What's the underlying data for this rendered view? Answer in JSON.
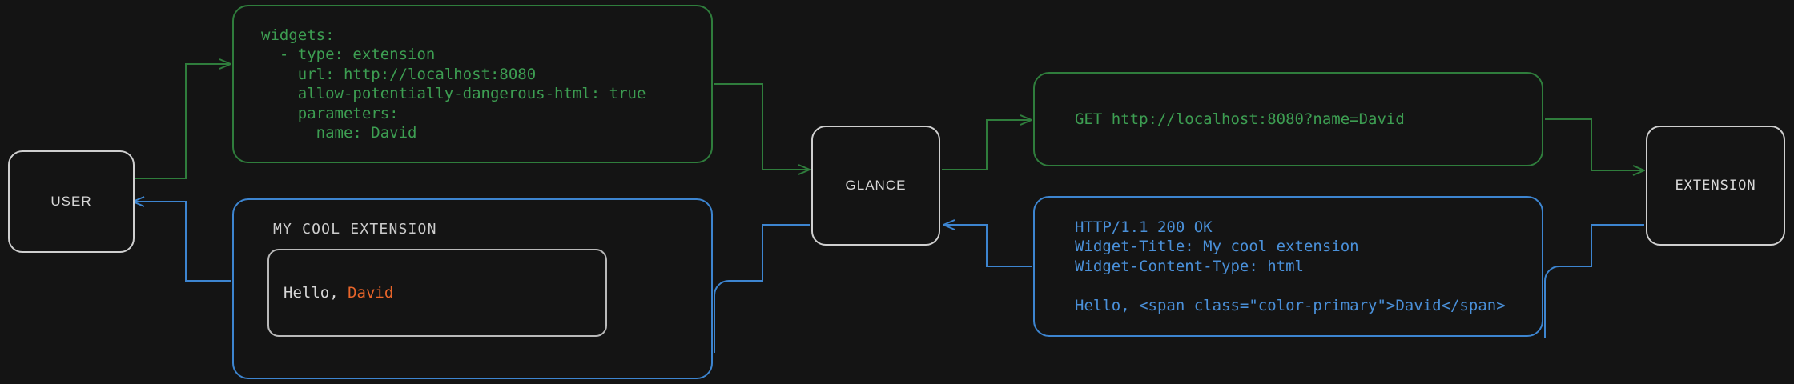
{
  "diagram": {
    "title": "Glance extension widget request flow",
    "background_color": "#141414",
    "colors": {
      "green": "#3d9e52",
      "green_border": "#2f7d3c",
      "blue": "#4a90d9",
      "blue_border": "#3d85d0",
      "node_border": "#cfcfcf",
      "node_text": "#d8d8d8",
      "accent_orange": "#e8652a"
    }
  },
  "nodes": {
    "user": {
      "label": "USER"
    },
    "glance": {
      "label": "GLANCE"
    },
    "extension": {
      "label": "EXTENSION"
    }
  },
  "panels": {
    "yaml_config": {
      "kind": "config",
      "color": "green",
      "lines": [
        "widgets:",
        "  - type: extension",
        "    url: http://localhost:8080",
        "    allow-potentially-dangerous-html: true",
        "    parameters:",
        "      name: David"
      ]
    },
    "http_request": {
      "kind": "request",
      "color": "green",
      "lines": [
        "GET http://localhost:8080?name=David"
      ]
    },
    "http_response": {
      "kind": "response",
      "color": "blue",
      "lines": [
        "HTTP/1.1 200 OK",
        "Widget-Title: My cool extension",
        "Widget-Content-Type: html",
        "",
        "Hello, <span class=\"color-primary\">David</span>"
      ]
    },
    "rendered_widget": {
      "kind": "rendered",
      "color": "blue",
      "title": "MY COOL EXTENSION",
      "body_prefix": "Hello, ",
      "body_accent": "David"
    }
  },
  "edges": [
    {
      "name": "user-to-config",
      "color": "green",
      "from": "user",
      "to": "yaml_config"
    },
    {
      "name": "config-to-glance",
      "color": "green",
      "from": "yaml_config",
      "to": "glance"
    },
    {
      "name": "glance-to-request",
      "color": "green",
      "from": "glance",
      "to": "http_request"
    },
    {
      "name": "request-to-extension",
      "color": "green",
      "from": "http_request",
      "to": "extension"
    },
    {
      "name": "extension-to-response",
      "color": "blue",
      "from": "extension",
      "to": "http_response"
    },
    {
      "name": "response-to-glance",
      "color": "blue",
      "from": "http_response",
      "to": "glance"
    },
    {
      "name": "glance-to-widget",
      "color": "blue",
      "from": "glance",
      "to": "rendered_widget"
    },
    {
      "name": "widget-to-user",
      "color": "blue",
      "from": "rendered_widget",
      "to": "user"
    }
  ]
}
